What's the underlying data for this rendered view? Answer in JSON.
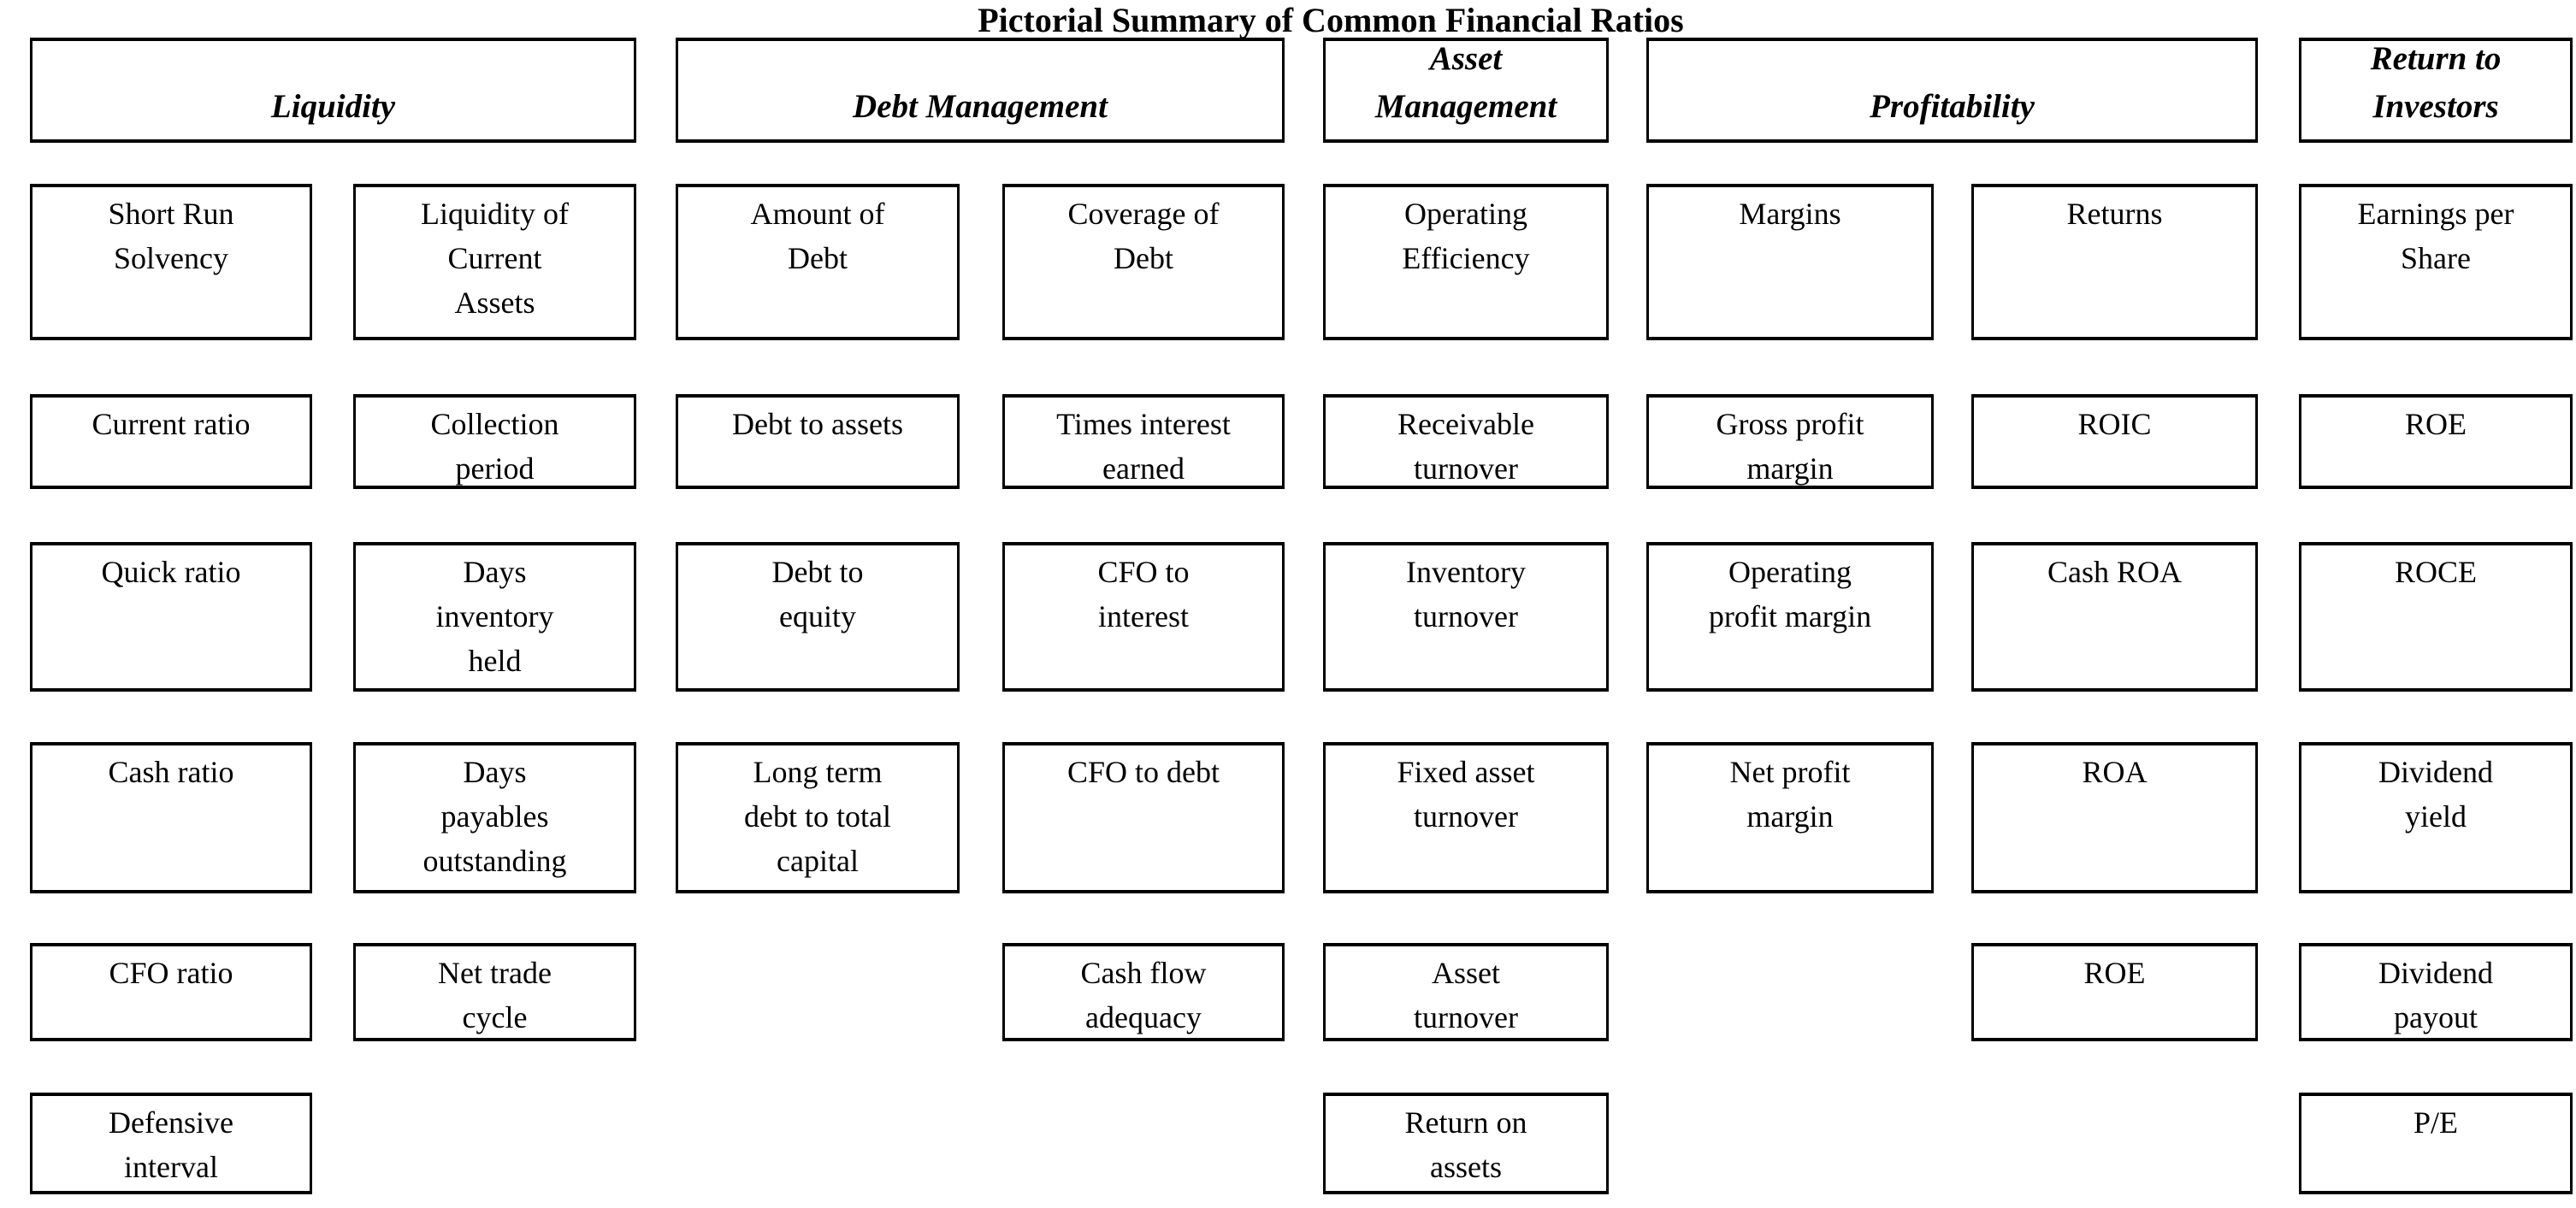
{
  "title": "Pictorial Summary of Common Financial Ratios",
  "colors": {
    "border": "#000000",
    "background": "#ffffff",
    "text": "#000000"
  },
  "header_groups": [
    {
      "label": "Liquidity",
      "columns": [
        0,
        1
      ]
    },
    {
      "label": "Debt Management",
      "columns": [
        2,
        3
      ]
    },
    {
      "label": "Asset\nManagement",
      "columns": [
        4,
        4
      ]
    },
    {
      "label": "Profitability",
      "columns": [
        5,
        6
      ]
    },
    {
      "label": "Return to\nInvestors",
      "columns": [
        7,
        7
      ]
    }
  ],
  "rows": [
    {
      "name": "subcategory-row",
      "cells": [
        "Short Run\nSolvency",
        "Liquidity of\nCurrent\nAssets",
        "Amount of\nDebt",
        "Coverage of\nDebt",
        "Operating\nEfficiency",
        "Margins",
        "Returns",
        "Earnings per\nShare"
      ]
    },
    {
      "name": "ratio-row-1",
      "cells": [
        "Current ratio",
        "Collection\nperiod",
        "Debt to assets",
        "Times interest\nearned",
        "Receivable\nturnover",
        "Gross profit\nmargin",
        "ROIC",
        "ROE"
      ]
    },
    {
      "name": "ratio-row-2",
      "cells": [
        "Quick ratio",
        "Days\ninventory\nheld",
        "Debt to\nequity",
        "CFO to\ninterest",
        "Inventory\nturnover",
        "Operating\nprofit margin",
        "Cash ROA",
        "ROCE"
      ]
    },
    {
      "name": "ratio-row-3",
      "cells": [
        "Cash ratio",
        "Days\npayables\noutstanding",
        "Long term\ndebt to total\ncapital",
        "CFO to debt",
        "Fixed asset\nturnover",
        "Net profit\nmargin",
        "ROA",
        "Dividend\nyield"
      ]
    },
    {
      "name": "ratio-row-4",
      "cells": [
        "CFO ratio",
        "Net trade\ncycle",
        null,
        "Cash flow\nadequacy",
        "Asset\nturnover",
        null,
        "ROE",
        "Dividend\npayout"
      ]
    },
    {
      "name": "ratio-row-5",
      "cells": [
        "Defensive\ninterval",
        null,
        null,
        null,
        "Return on\nassets",
        null,
        null,
        "P/E"
      ]
    }
  ]
}
